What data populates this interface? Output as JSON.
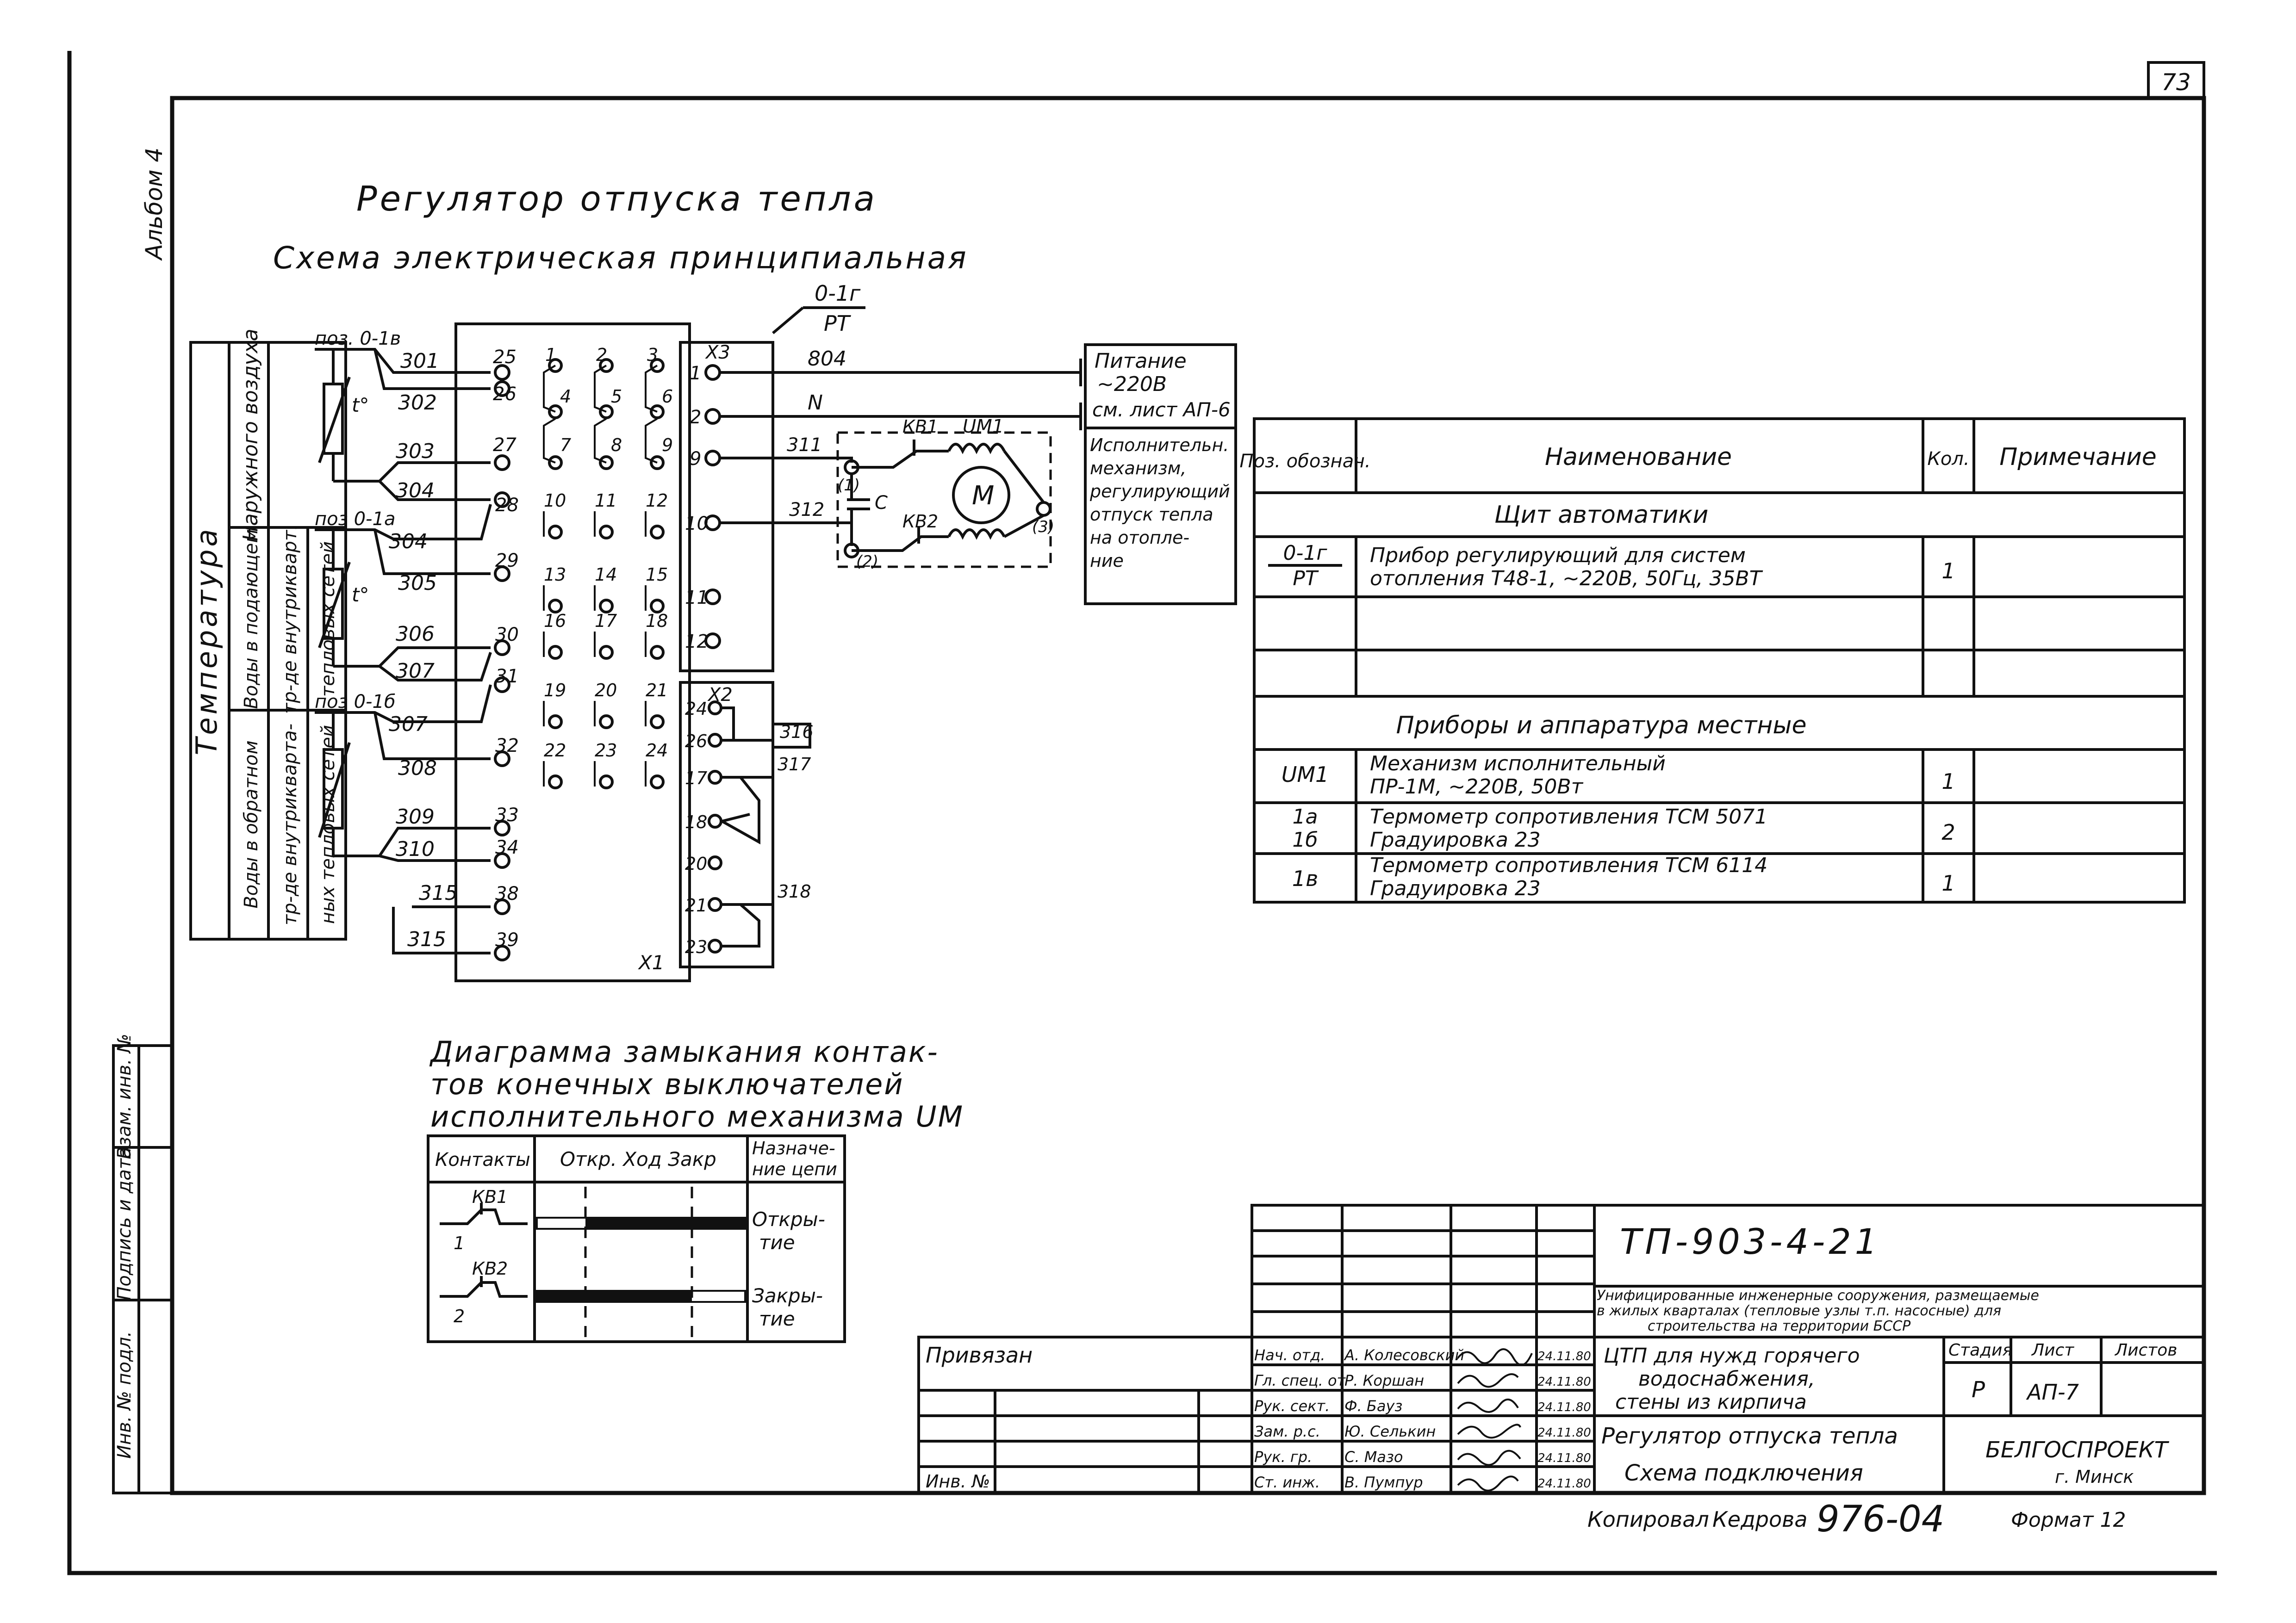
{
  "sheet_number": "73",
  "album": "Альбом 4",
  "title1": "Регулятор отпуска тепла",
  "title2": "Схема электрическая принципиальная",
  "temp_section": {
    "main": "Температура",
    "c1": "Наружного воздуха",
    "c2a": "Воды в подающем",
    "c2b": "тр-де внутрикварт.",
    "c2c": "тепловых сетей",
    "c3a": "Воды в обратном",
    "c3b": "тр-де внутрикварта-",
    "c3c": "ных тепловых сетей"
  },
  "sensors": {
    "s1": "поз. 0-1в",
    "s2": "поз 0-1а",
    "s3": "поз 0-1б",
    "tsym": "t°"
  },
  "wires": {
    "w301": "301",
    "w302": "302",
    "w303": "303",
    "w304a": "304",
    "w304b": "304",
    "w305": "305",
    "w306": "306",
    "w307a": "307",
    "w307b": "307",
    "w308": "308",
    "w309": "309",
    "w310": "310",
    "w315a": "315",
    "w315b": "315",
    "w804": "804",
    "wN": "N",
    "w311": "311",
    "w312": "312",
    "w316": "316",
    "w317": "317",
    "w318": "318"
  },
  "x1_left": [
    "25",
    "26",
    "27",
    "28",
    "29",
    "30",
    "31",
    "32",
    "33",
    "34",
    "38",
    "39"
  ],
  "x1_col1": [
    "1",
    "4",
    "7",
    "10",
    "13",
    "16",
    "19",
    "22"
  ],
  "x1_col2": [
    "2",
    "5",
    "8",
    "11",
    "14",
    "17",
    "20",
    "23"
  ],
  "x1_col3": [
    "3",
    "6",
    "9",
    "12",
    "15",
    "18",
    "21",
    "24"
  ],
  "x1_label": "X1",
  "x3_label": "X3",
  "x3_terms": [
    "1",
    "2",
    "9",
    "10",
    "11",
    "12"
  ],
  "x2_label": "X2",
  "x2_terms": [
    "24",
    "26",
    "17",
    "18",
    "20",
    "21",
    "23"
  ],
  "rt": {
    "top": "0-1г",
    "bottom": "РТ"
  },
  "power_note": [
    "Питание",
    "~220В",
    "см. лист АП-6"
  ],
  "motor_note": [
    "Исполнительн.",
    "механизм,",
    "регулирующий",
    "отпуск тепла",
    "на отопле-",
    "ние"
  ],
  "motor": {
    "kv1": "КВ1",
    "kv2": "КВ2",
    "um": "UM1",
    "m": "M",
    "c": "C",
    "t1": "(1)",
    "t2": "(2)",
    "t3": "(3)"
  },
  "spec": {
    "h_pos": "Поз. обознач.",
    "h_name": "Наименование",
    "h_qty": "Кол.",
    "h_note": "Примечание",
    "section1": "Щит автоматики",
    "r1_pos_top": "0-1г",
    "r1_pos_bot": "РТ",
    "r1_name_a": "Прибор регулирующий для систем",
    "r1_name_b": "отопления Т48-1, ~220В, 50Гц, 35ВТ",
    "r1_qty": "1",
    "section2": "Приборы и аппаратура местные",
    "r2_pos": "UM1",
    "r2_name_a": "Механизм исполнительный",
    "r2_name_b": "ПР-1М, ~220В, 50Вт",
    "r2_qty": "1",
    "r3_pos_top": "1а",
    "r3_pos_bot": "1б",
    "r3_name_a": "Термометр сопротивления ТСМ 5071",
    "r3_name_b": "Градуировка 23",
    "r3_qty": "2",
    "r4_pos": "1в",
    "r4_name_a": "Термометр сопротивления ТСМ 6114",
    "r4_name_b": "Градуировка 23",
    "r4_qty": "1"
  },
  "contact_diagram": {
    "title1": "Диаграмма замыкания контак-",
    "title2": "тов конечных выключателей",
    "title3": "исполнительного механизма UM",
    "h_contacts": "Контакты",
    "h_stroke": "Откр. Ход Закр",
    "h_purpose_a": "Назначе-",
    "h_purpose_b": "ние цепи",
    "kv1": "КВ1",
    "kv1_n": "1",
    "kv1_purpose_a": "Откры-",
    "kv1_purpose_b": "тие",
    "kv2": "КВ2",
    "kv2_n": "2",
    "kv2_purpose_a": "Закры-",
    "kv2_purpose_b": "тие"
  },
  "side_stamp": [
    "Взам. инв. №",
    "Подпись и дата",
    "Инв. № подл."
  ],
  "title_block": {
    "code": "ТП-903-4-21",
    "project_a": "Унифицированные инженерные сооружения, размещаемые",
    "project_b": "в жилых кварталах (тепловые узлы т.п. насосные) для",
    "project_c": "строительства на территории БССР",
    "obj_a": "ЦТП для нужд горячего",
    "obj_b": "водоснабжения,",
    "obj_c": "стены из кирпича",
    "sheet_a": "Регулятор отпуска тепла",
    "sheet_b": "Схема подключения",
    "h_stage": "Стадия",
    "h_list": "Лист",
    "h_lists": "Листов",
    "stage": "Р",
    "list": "АП-7",
    "org_a": "БЕЛГОСПРОЕКТ",
    "org_b": "г. Минск",
    "privyazan": "Привязан",
    "inv": "Инв. №",
    "roles": [
      "Нач. отд.",
      "Гл. спец. от",
      "Рук. сект.",
      "Зам. р.с.",
      "Рук. гр.",
      "Ст. инж."
    ],
    "names": [
      "А. Колесовский",
      "Р. Коршан",
      "Ф. Бауз",
      "Ю. Селькин",
      "С. Мазо",
      "В. Пумпур"
    ],
    "dates": [
      "24.11.80",
      "24.11.80",
      "24.11.80",
      "24.11.80",
      "24.11.80",
      "24.11.80"
    ]
  },
  "footer": {
    "copied": "Копировал",
    "by": "Кедрова",
    "number": "976-04",
    "format": "Формат 12"
  }
}
